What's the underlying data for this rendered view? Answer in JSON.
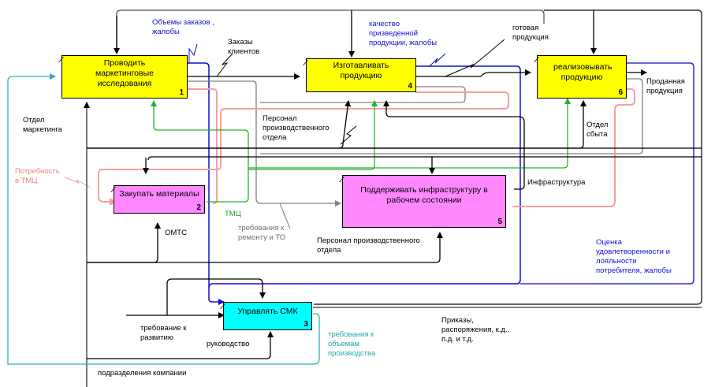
{
  "colors": {
    "box_yellow": "#ffff00",
    "box_magenta": "#ff88ff",
    "box_cyan": "#00ffff",
    "arrow_black": "#000000",
    "arrow_blue": "#1010cc",
    "arrow_green": "#28b028",
    "arrow_gray": "#808080",
    "arrow_pink": "#f4a0a0",
    "arrow_teal": "#30b0b0"
  },
  "activities": [
    {
      "id": 1,
      "title": "Проводить маркетинговые исследования",
      "number": "1",
      "color": "yellow"
    },
    {
      "id": 2,
      "title": "Закупать материалы",
      "number": "2",
      "color": "magenta"
    },
    {
      "id": 3,
      "title": "Управлять  СМК",
      "number": "3",
      "color": "cyan"
    },
    {
      "id": 4,
      "title": "Изготавливать продукцию",
      "number": "4",
      "color": "yellow"
    },
    {
      "id": 5,
      "title": "Поддерживать инфраструктуру в рабочем состоянии",
      "number": "5",
      "color": "magenta"
    },
    {
      "id": 6,
      "title": "реализовывать продукцию",
      "number": "6",
      "color": "yellow"
    }
  ],
  "labels": {
    "order_volumes": "Объемы заказов ,\nжалобы",
    "customer_orders": "Заказы\nклиентов",
    "quality": "качество\nпризведенной\nпродукции, жалобы",
    "finished_products": "готовая\nпродукция",
    "sold_products": "Проданная\nпродукция",
    "marketing_dept": "Отдел\nмаркетинга",
    "production_staff_1": "Персонал\nпроизводственного\nотдела",
    "sales_dept": "Отдел\nсбыта",
    "need_tmc": "Потребность\nв ТМЦ",
    "tmc": "ТМЦ",
    "repair_req": "требования к\nремонту и ТО",
    "infrastructure": "Инфраструктура",
    "omts": "ОМТС",
    "production_staff_2": "Персонал производственного\nотдела",
    "satisfaction": "Оценка\nудовлетворенности и\nлояльности\nпотребителя, жалобы",
    "dev_requirement": "требование к\nразвитию",
    "management": "руководство",
    "volume_req": "требования к\nобъемам\nпроизводства",
    "orders": "Приказы,\nраспоряжения, к.д.,\nп.д. и т.д.",
    "company_divisions": "подразделения компании"
  }
}
